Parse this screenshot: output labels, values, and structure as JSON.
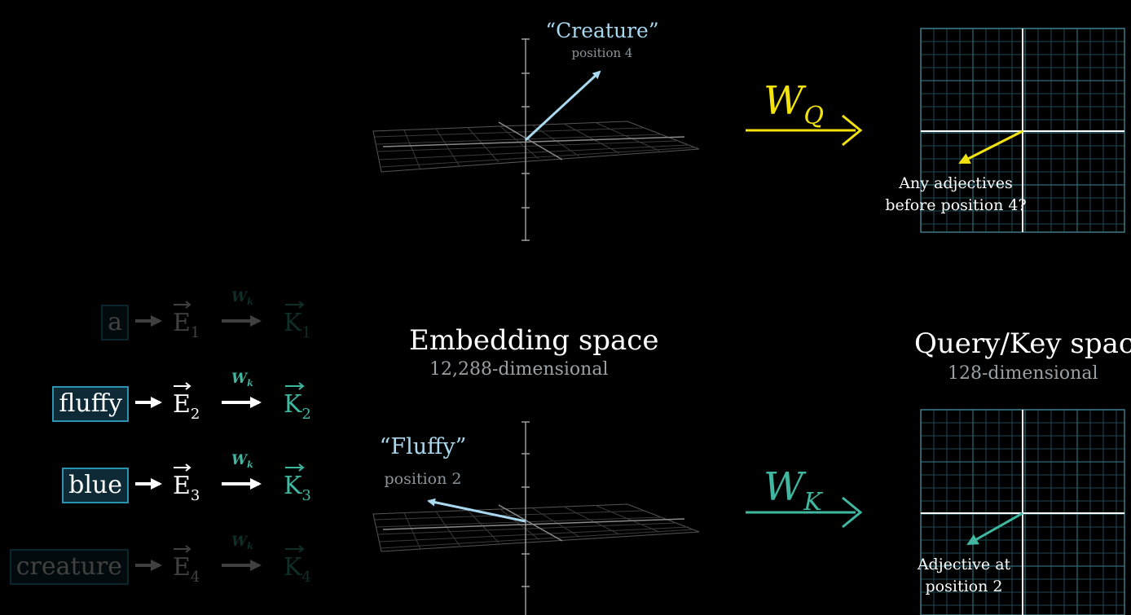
{
  "embedding": {
    "title": "Embedding space",
    "subtitle": "12,288-dimensional"
  },
  "qk": {
    "title": "Query/Key space",
    "subtitle": "128-dimensional"
  },
  "top_vector": {
    "word": "“Creature”",
    "position": "position 4",
    "color": "#a9d8ef"
  },
  "bottom_vector": {
    "word": "“Fluffy”",
    "position": "position 2",
    "color": "#a9d8ef"
  },
  "query_matrix": {
    "base": "W",
    "sub": "Q",
    "color": "#f2e20e"
  },
  "key_matrix": {
    "base": "W",
    "sub": "K",
    "color": "#3fb7a1"
  },
  "query_annotation": {
    "line1": "Any adjectives",
    "line2": "before position 4?"
  },
  "key_annotation": {
    "line1": "Adjective at",
    "line2": "position 2"
  },
  "tokens": [
    {
      "word": "a",
      "emb": "E",
      "emb_idx": "1",
      "w": "W",
      "w_sub": "k",
      "key": "K",
      "key_idx": "1",
      "faded": true
    },
    {
      "word": "fluffy",
      "emb": "E",
      "emb_idx": "2",
      "w": "W",
      "w_sub": "k",
      "key": "K",
      "key_idx": "2",
      "faded": false
    },
    {
      "word": "blue",
      "emb": "E",
      "emb_idx": "3",
      "w": "W",
      "w_sub": "k",
      "key": "K",
      "key_idx": "3",
      "faded": false
    },
    {
      "word": "creature",
      "emb": "E",
      "emb_idx": "4",
      "w": "W",
      "w_sub": "k",
      "key": "K",
      "key_idx": "4",
      "faded": true
    }
  ],
  "colors": {
    "key": "#3fb7a1",
    "token_border": "#2a93b0",
    "grid": "#1f4a55",
    "vector": "#a9d8ef"
  }
}
